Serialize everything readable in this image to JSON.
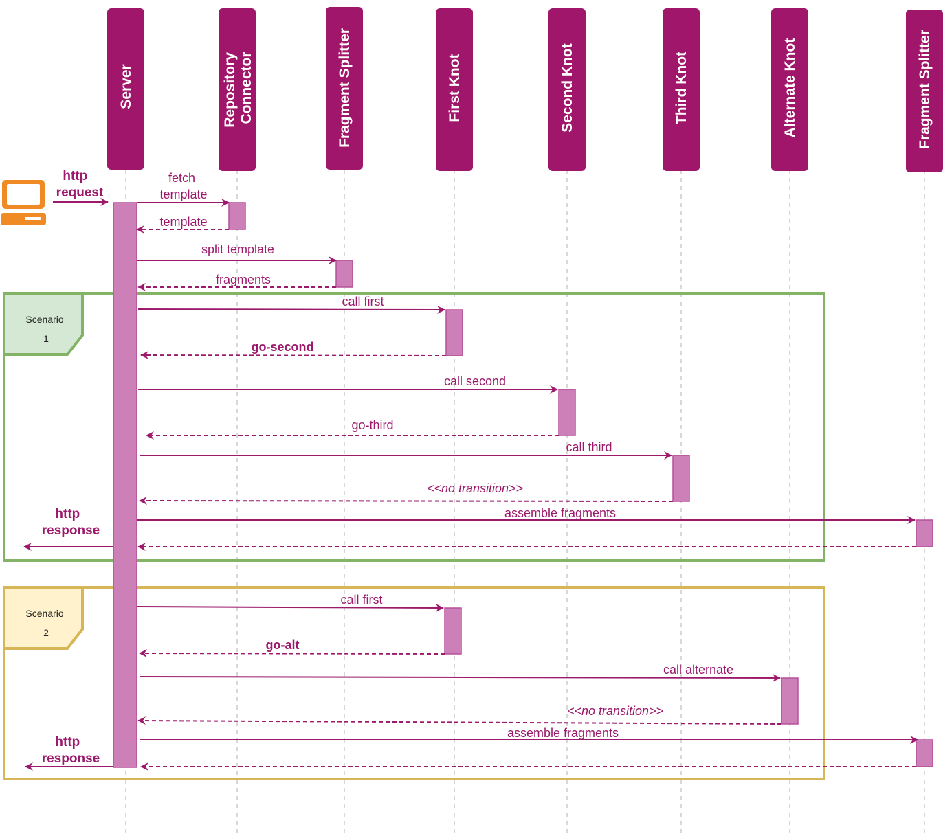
{
  "participants": [
    {
      "id": "server",
      "lines": [
        "Server"
      ]
    },
    {
      "id": "repo",
      "lines": [
        "Repository",
        "Connector"
      ]
    },
    {
      "id": "splitter1",
      "lines": [
        "Fragment Splitter"
      ]
    },
    {
      "id": "first",
      "lines": [
        "First Knot"
      ]
    },
    {
      "id": "second",
      "lines": [
        "Second Knot"
      ]
    },
    {
      "id": "third",
      "lines": [
        "Third Knot"
      ]
    },
    {
      "id": "alternate",
      "lines": [
        "Alternate Knot"
      ]
    },
    {
      "id": "splitter2",
      "lines": [
        "Fragment Splitter"
      ]
    }
  ],
  "client": {
    "icon": "laptop-icon",
    "request_label": [
      "http",
      "request"
    ]
  },
  "setup_messages": [
    {
      "id": "fetch-template",
      "lines": [
        "fetch",
        "template"
      ],
      "from": "server",
      "to": "repo",
      "style": "solid"
    },
    {
      "id": "template",
      "lines": [
        "template"
      ],
      "from": "repo",
      "to": "server",
      "style": "dashed"
    },
    {
      "id": "split-template",
      "lines": [
        "split template"
      ],
      "from": "server",
      "to": "splitter1",
      "style": "solid"
    },
    {
      "id": "fragments",
      "lines": [
        "fragments"
      ],
      "from": "splitter1",
      "to": "server",
      "style": "dashed"
    }
  ],
  "scenarios": [
    {
      "id": "scenario-1",
      "tag": [
        "Scenario",
        "1"
      ],
      "frame_color": "#82b366",
      "tag_fill": "#d5e8d4",
      "messages": [
        {
          "id": "call-first",
          "label": "call first",
          "from": "server",
          "to": "first",
          "style": "solid"
        },
        {
          "id": "go-second",
          "label": "go-second",
          "from": "first",
          "to": "server",
          "style": "dashed",
          "weight": "bold"
        },
        {
          "id": "call-second",
          "label": "call second",
          "from": "server",
          "to": "second",
          "style": "solid"
        },
        {
          "id": "go-third",
          "label": "go-third",
          "from": "second",
          "to": "server",
          "style": "dashed"
        },
        {
          "id": "call-third",
          "label": "call third",
          "from": "server",
          "to": "third",
          "style": "solid"
        },
        {
          "id": "no-transition",
          "label": "<<no transition>>",
          "from": "third",
          "to": "server",
          "style": "dashed",
          "italic": true
        },
        {
          "id": "assemble-fragments",
          "label": "assemble fragments",
          "from": "server",
          "to": "splitter2",
          "style": "solid"
        },
        {
          "id": "assembled-return",
          "label": "",
          "from": "splitter2",
          "to": "server",
          "style": "dashed"
        }
      ],
      "response_label": [
        "http",
        "response"
      ]
    },
    {
      "id": "scenario-2",
      "tag": [
        "Scenario",
        "2"
      ],
      "frame_color": "#d6b656",
      "tag_fill": "#fff2cc",
      "messages": [
        {
          "id": "call-first",
          "label": "call first",
          "from": "server",
          "to": "first",
          "style": "solid"
        },
        {
          "id": "go-alt",
          "label": "go-alt",
          "from": "first",
          "to": "server",
          "style": "dashed",
          "weight": "bold"
        },
        {
          "id": "call-alternate",
          "label": "call alternate",
          "from": "server",
          "to": "alternate",
          "style": "solid"
        },
        {
          "id": "no-transition",
          "label": "<<no transition>>",
          "from": "alternate",
          "to": "server",
          "style": "dashed",
          "italic": true
        },
        {
          "id": "assemble-fragments",
          "label": "assemble fragments",
          "from": "server",
          "to": "splitter2",
          "style": "solid"
        },
        {
          "id": "assembled-return",
          "label": "",
          "from": "splitter2",
          "to": "server",
          "style": "dashed"
        }
      ],
      "response_label": [
        "http",
        "response"
      ]
    }
  ],
  "colors": {
    "participant": "#a0166a",
    "activation": "#cd7fb8",
    "activation_stroke": "#b5509a",
    "message": "#9c1a6c",
    "lifeline": "#cccccc",
    "laptop": "#f08a24"
  }
}
